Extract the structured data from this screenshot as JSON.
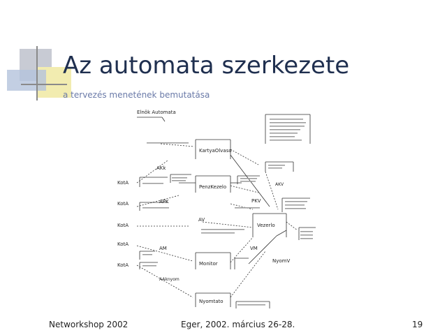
{
  "slide": {
    "title": "Az automata szerkezete",
    "subtitle": "a tervezés menetének bemutatása"
  },
  "diagram": {
    "top_label": "Elnök Automata",
    "nodes": {
      "kartya": "KartyaOlvaso",
      "penz": "PenzKezelo",
      "monitor": "Monitor",
      "nyomtato": "Nyomtato",
      "vezerlo": "Vezerlo"
    },
    "kotas": [
      "KotA",
      "KotA",
      "KotA",
      "KotA",
      "KotA"
    ],
    "edge_labels": {
      "akk": "AKk",
      "apk": "APK",
      "av": "AV",
      "am": "AM",
      "aaknyom": "AAknyom",
      "pkv": "PKV",
      "vm": "VM",
      "nyomv": "NyomV",
      "akv": "AKV"
    }
  },
  "footer": {
    "left": "Networkshop 2002",
    "center": "Eger, 2002. március 26-28.",
    "page": "19"
  }
}
